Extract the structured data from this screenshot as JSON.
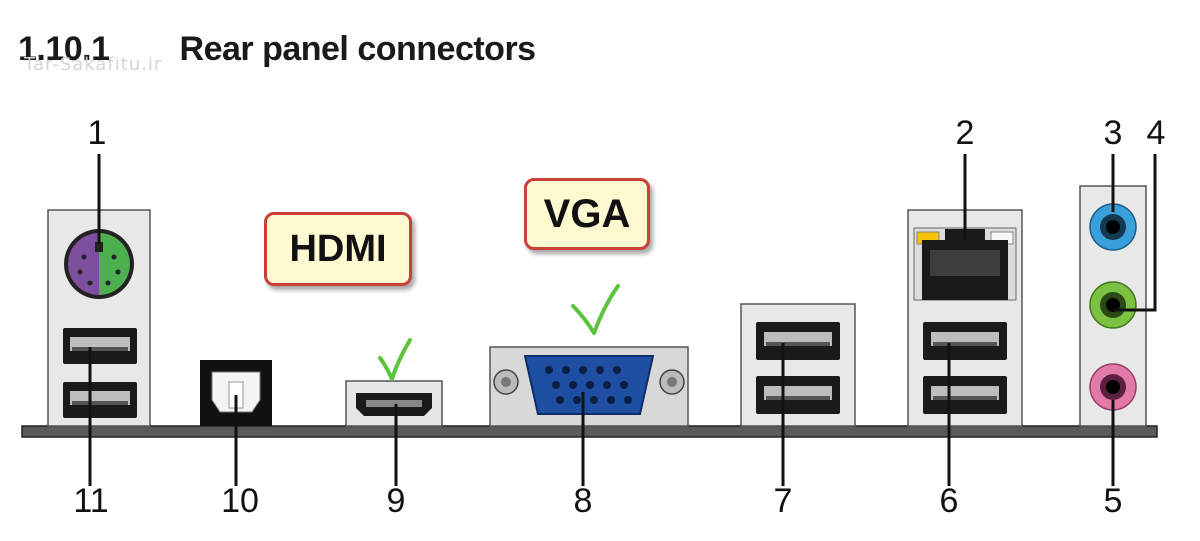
{
  "heading": {
    "number": "1.10.1",
    "title": "Rear panel connectors"
  },
  "watermark": "Tar-Sakafitu.ir",
  "callouts": {
    "hdmi": "HDMI",
    "vga": "VGA"
  },
  "annotations": {
    "hdmi_check": "checkmark",
    "vga_check": "checkmark"
  },
  "labels": {
    "c1": "1",
    "c2": "2",
    "c3": "3",
    "c4": "4",
    "c5": "5",
    "c6": "6",
    "c7": "7",
    "c8": "8",
    "c9": "9",
    "c10": "10",
    "c11": "11"
  },
  "colors": {
    "ps2_keyboard": "#7d4f9e",
    "ps2_mouse": "#4caf50",
    "line_in": "#3aa0dc",
    "line_out": "#7cc142",
    "mic_in": "#e27aa8",
    "vga_blue": "#1f4fa3",
    "lan_led": "#f2c500",
    "callout_border": "#c9403a",
    "check_green": "#5ac43c"
  }
}
